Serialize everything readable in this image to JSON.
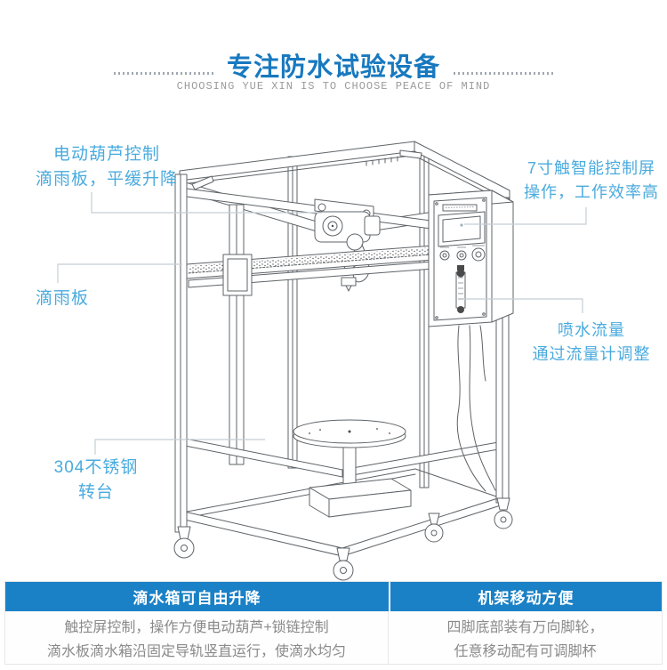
{
  "header": {
    "title": "专注防水试验设备",
    "subtitle": "CHOOSING YUE XIN IS TO CHOOSE PEACE OF MIND"
  },
  "callouts": {
    "hoist": {
      "lines": [
        "电动葫芦控制",
        "滴雨板，平缓升降"
      ]
    },
    "screen": {
      "lines": [
        "7寸触智能控制屏",
        "操作，工作效率高"
      ]
    },
    "dripboard": {
      "lines": [
        "滴雨板"
      ]
    },
    "turntable": {
      "lines": [
        "304不锈钢",
        "转台"
      ]
    },
    "flow": {
      "lines": [
        "喷水流量",
        "通过流量计调整"
      ]
    }
  },
  "features_table": {
    "columns": [
      {
        "header": "滴水箱可自由升降",
        "lines": [
          "触控屏控制，操作方便电动葫芦+锁链控制",
          "滴水板滴水箱沿固定导轨竖直运行，使滴水均匀"
        ]
      },
      {
        "header": "机架移动方便",
        "lines": [
          "四脚底部装有万向脚轮，",
          "任意移动配有可调脚杯"
        ]
      }
    ]
  },
  "colors": {
    "title_blue": "#1879bf",
    "callout_blue": "#4aabde",
    "table_header_blue": "#1b81c6",
    "subtitle_gray": "#9b9b9b",
    "body_text_gray": "#8a8a8a",
    "line_gray": "#5f6468",
    "connector_gray": "#c5ced4"
  }
}
